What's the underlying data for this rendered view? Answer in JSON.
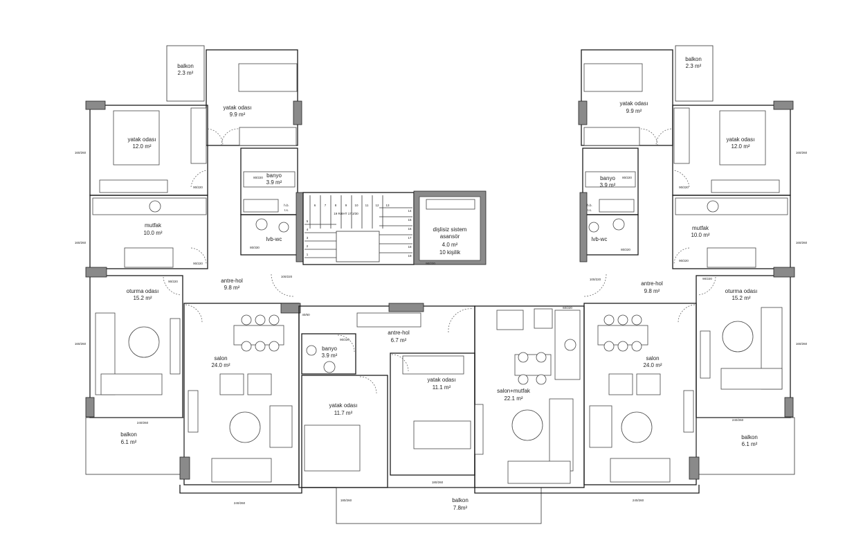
{
  "rooms": {
    "balkon_tl": {
      "name": "balkon",
      "area": "2.3 m²"
    },
    "yatak_tl": {
      "name": "yatak odası",
      "area": "9.9 m²"
    },
    "yatak_l2": {
      "name": "yatak odası",
      "area": "12.0 m²"
    },
    "banyo_l": {
      "name": "banyo",
      "area": "3.9 m²"
    },
    "lvb_l": {
      "name": "lvb-wc"
    },
    "mutfak_l": {
      "name": "mutfak",
      "area": "10.0 m²"
    },
    "antre_l": {
      "name": "antre-hol",
      "area": "9.8 m²"
    },
    "oturma_l": {
      "name": "oturma odası",
      "area": "15.2 m²"
    },
    "salon_l": {
      "name": "salon",
      "area": "24.0 m²"
    },
    "balkon_bl": {
      "name": "balkon",
      "area": "6.1 m²"
    },
    "banyo_c": {
      "name": "banyo",
      "area": "3.9 m²"
    },
    "yatak_c1": {
      "name": "yatak odası",
      "area": "11.7 m²"
    },
    "antre_c": {
      "name": "antre-hol",
      "area": "6.7 m²"
    },
    "yatak_c2": {
      "name": "yatak odası",
      "area": "11.1 m²"
    },
    "asansor": {
      "line1": "dişlisiz sistem",
      "line2": "asansör",
      "area": "4.0 m²",
      "capacity": "10 kişilik"
    },
    "salon_mutfak": {
      "name": "salon+mutfak",
      "area": "22.1 m²"
    },
    "balkon_bc": {
      "name": "balkon",
      "area": "7.8m²"
    },
    "balkon_tr": {
      "name": "balkon",
      "area": "2.3 m²"
    },
    "yatak_tr": {
      "name": "yatak odası",
      "area": "9.9 m²"
    },
    "yatak_r2": {
      "name": "yatak odası",
      "area": "12.0 m²"
    },
    "banyo_r": {
      "name": "banyo",
      "area": "3.9 m²"
    },
    "lvb_r": {
      "name": "lvb-wc"
    },
    "mutfak_r": {
      "name": "mutfak",
      "area": "10.0 m²"
    },
    "antre_r": {
      "name": "antre-hol",
      "area": "9.8 m²"
    },
    "oturma_r": {
      "name": "oturma odası",
      "area": "15.2 m²"
    },
    "salon_r": {
      "name": "salon",
      "area": "24.0 m²"
    },
    "balkon_br": {
      "name": "balkon",
      "area": "6.1 m²"
    }
  },
  "dims": {
    "d90_220": "90/220",
    "d80_220": "80/220",
    "d100_220": "100/220",
    "d80_330": "80/330",
    "w160_260": "160/260",
    "w240_260": "240/260",
    "w180_260": "180/260",
    "w60_220": "60/220",
    "w40_60": "40/60",
    "hb": "h.b.",
    "ts": "t.s.",
    "stair_note": "19 R/8HT 17,3/30"
  },
  "stairs": [
    "1",
    "2",
    "3",
    "4",
    "5",
    "6",
    "7",
    "8",
    "9",
    "10",
    "11",
    "12",
    "13",
    "14",
    "15",
    "16",
    "17",
    "18",
    "19"
  ]
}
